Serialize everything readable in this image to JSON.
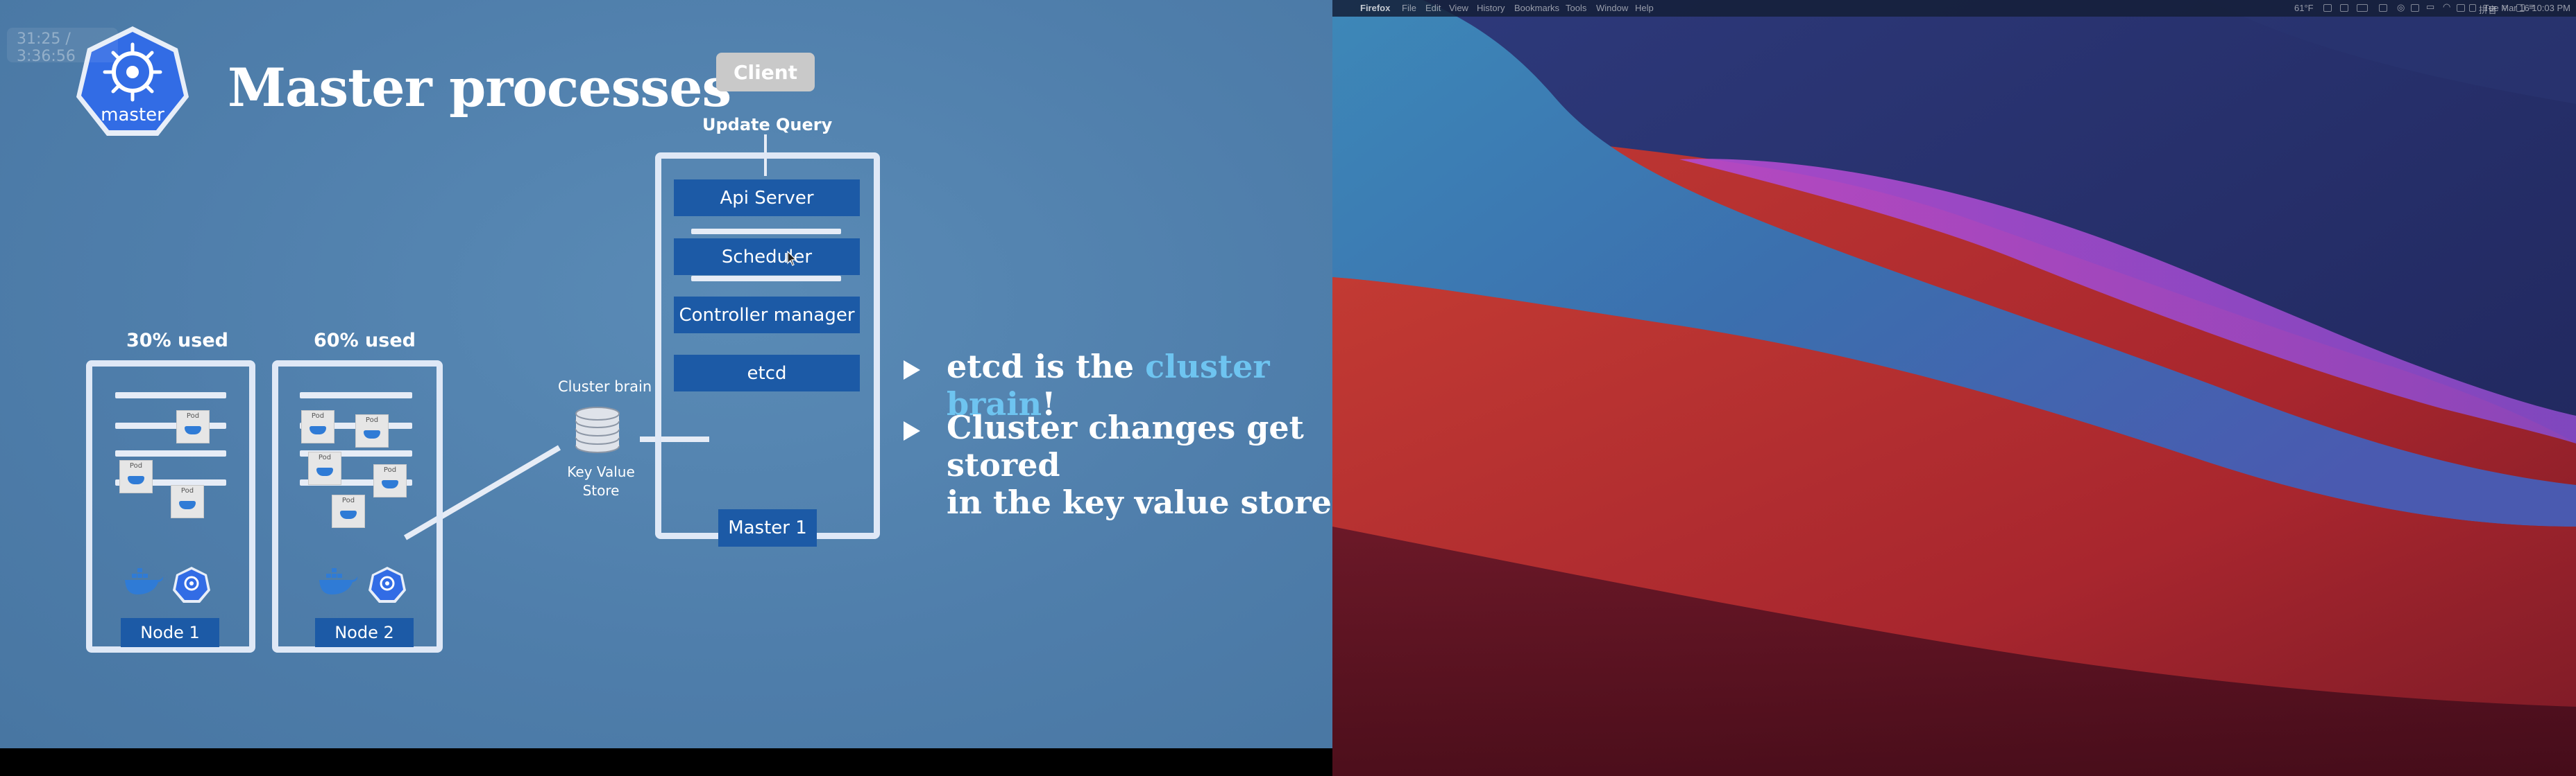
{
  "video": {
    "timestamp": "31:25 / 3:36:56",
    "badge_label": "master",
    "title": "Master processes",
    "client_label": "Client",
    "update_label": "Update",
    "query_label": "Query",
    "components": [
      "Api Server",
      "Scheduler",
      "Controller manager",
      "etcd"
    ],
    "master_label": "Master 1",
    "cluster_brain_label": "Cluster brain",
    "kv_store_label_line1": "Key Value",
    "kv_store_label_line2": "Store",
    "pod_label": "Pod",
    "nodes": [
      {
        "usage": "30% used",
        "label": "Node 1"
      },
      {
        "usage": "60% used",
        "label": "Node 2"
      }
    ],
    "bullets": {
      "b1_prefix": "etcd is the ",
      "b1_highlight": "cluster brain",
      "b1_suffix": "!",
      "b2_line1": "Cluster changes get stored",
      "b2_line2": "in the key value store"
    },
    "colors": {
      "slide_bg": "#4f7eab",
      "component_blue": "#1c5aa6",
      "highlight": "#6ec4f0"
    }
  },
  "menubar": {
    "apple_icon": "apple-icon",
    "app_name": "Firefox",
    "menus": [
      "File",
      "Edit",
      "View",
      "History",
      "Bookmarks",
      "Tools",
      "Window",
      "Help"
    ],
    "temperature": "61°F",
    "input_method": "拼音",
    "datetime": "Tue Mar 16  10:03 PM"
  }
}
